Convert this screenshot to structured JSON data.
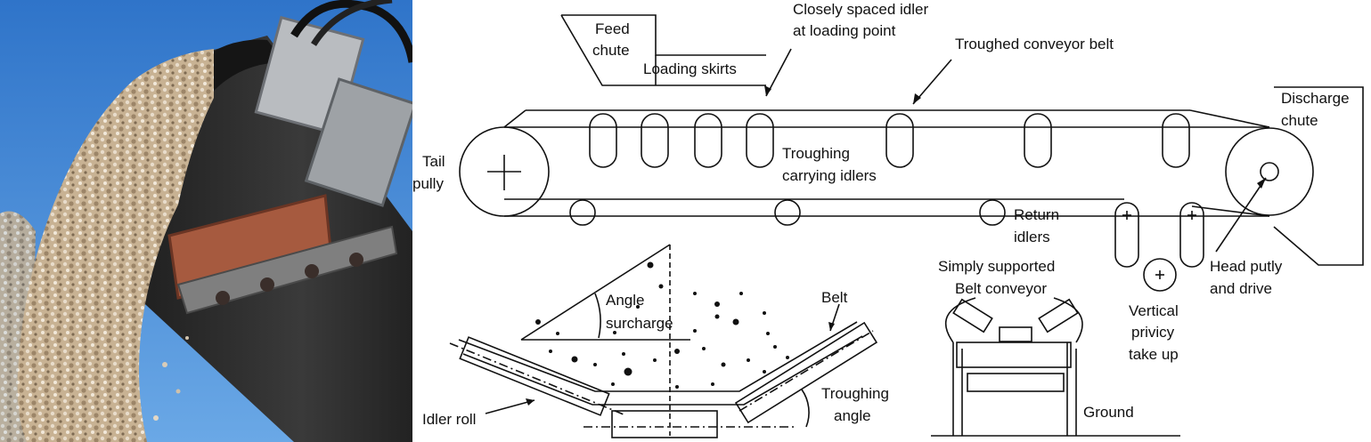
{
  "photo": {
    "subject": "gravel-conveyor-discharge-photo"
  },
  "labels": {
    "feed_chute_1": "Feed",
    "feed_chute_2": "chute",
    "loading_skirts": "Loading skirts",
    "closely_spaced_1": "Closely spaced idler",
    "closely_spaced_2": "at loading point",
    "troughed_belt": "Troughed conveyor belt",
    "discharge_1": "Discharge",
    "discharge_2": "chute",
    "tail_1": "Tail",
    "tail_2": "pully",
    "troughing_idlers_1": "Troughing",
    "troughing_idlers_2": "carrying idlers",
    "return_1": "Return",
    "return_2": "idlers",
    "head_1": "Head putly",
    "head_2": "and drive",
    "simply_1": "Simply supported",
    "simply_2": "Belt conveyor",
    "vertical_1": "Vertical",
    "vertical_2": "privicy",
    "vertical_3": "take up",
    "angle_1": "Angle",
    "angle_2": "surcharge",
    "belt": "Belt",
    "idler_roll": "Idler roll",
    "troughing_angle_1": "Troughing",
    "troughing_angle_2": "angle",
    "ground": "Ground"
  },
  "colors": {
    "sky": "#3f86d6",
    "belt": "#2b2b2b",
    "gravel": "#c9b497",
    "line": "#111111"
  }
}
